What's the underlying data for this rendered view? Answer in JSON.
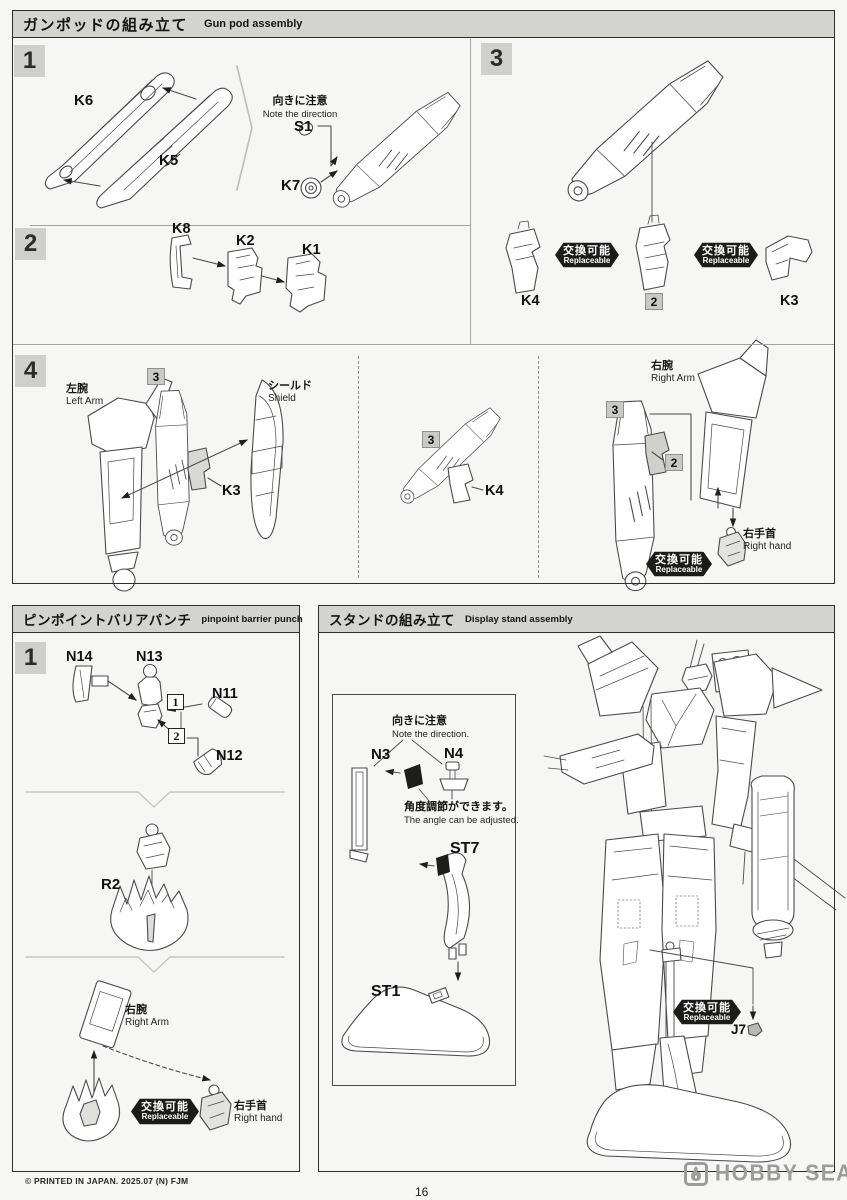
{
  "page": {
    "copyright": "© PRINTED IN JAPAN. 2025.07 (N) FJM",
    "page_number": "16",
    "watermark_text": "HOBBY SEARCH"
  },
  "badge": {
    "jp": "交換可能",
    "en": "Replaceable"
  },
  "refs": {
    "one": "1",
    "two": "2",
    "three": "3",
    "four": "4"
  },
  "notes": {
    "direction_jp": "向きに注意",
    "direction_en": "Note the direction",
    "direction_en_dot": "Note the direction.",
    "angle_jp": "角度調節ができます。",
    "angle_en": "The angle can be adjusted."
  },
  "gun_pod": {
    "title_jp": "ガンポッドの組み立て",
    "title_en": "Gun pod assembly",
    "parts": {
      "k1": "K1",
      "k2": "K2",
      "k3": "K3",
      "k4": "K4",
      "k5": "K5",
      "k6": "K6",
      "k7": "K7",
      "k8": "K8",
      "s1": "S1"
    },
    "labels": {
      "left_arm_jp": "左腕",
      "left_arm_en": "Left Arm",
      "shield_jp": "シールド",
      "shield_en": "Shield",
      "right_arm_jp": "右腕",
      "right_arm_en": "Right Arm",
      "right_hand_jp": "右手首",
      "right_hand_en": "Right hand"
    }
  },
  "barrier_punch": {
    "title_jp": "ピンポイントバリアパンチ",
    "title_en": "pinpoint barrier punch",
    "parts": {
      "n11": "N11",
      "n12": "N12",
      "n13": "N13",
      "n14": "N14",
      "r2": "R2"
    },
    "labels": {
      "right_arm_jp": "右腕",
      "right_arm_en": "Right Arm",
      "right_hand_jp": "右手首",
      "right_hand_en": "Right hand"
    }
  },
  "stand": {
    "title_jp": "スタンドの組み立て",
    "title_en": "Display stand assembly",
    "parts": {
      "n3": "N3",
      "n4": "N4",
      "st7": "ST7",
      "st1": "ST1",
      "j7": "J7"
    }
  }
}
